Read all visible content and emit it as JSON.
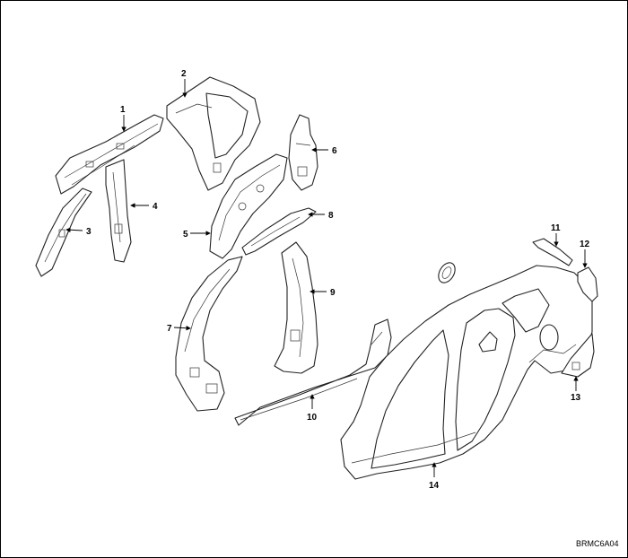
{
  "diagram": {
    "labels": [
      "1",
      "2",
      "3",
      "4",
      "5",
      "6",
      "7",
      "8",
      "9",
      "10",
      "11",
      "12",
      "13",
      "14"
    ],
    "drawing_code": "BRMC6A04"
  }
}
